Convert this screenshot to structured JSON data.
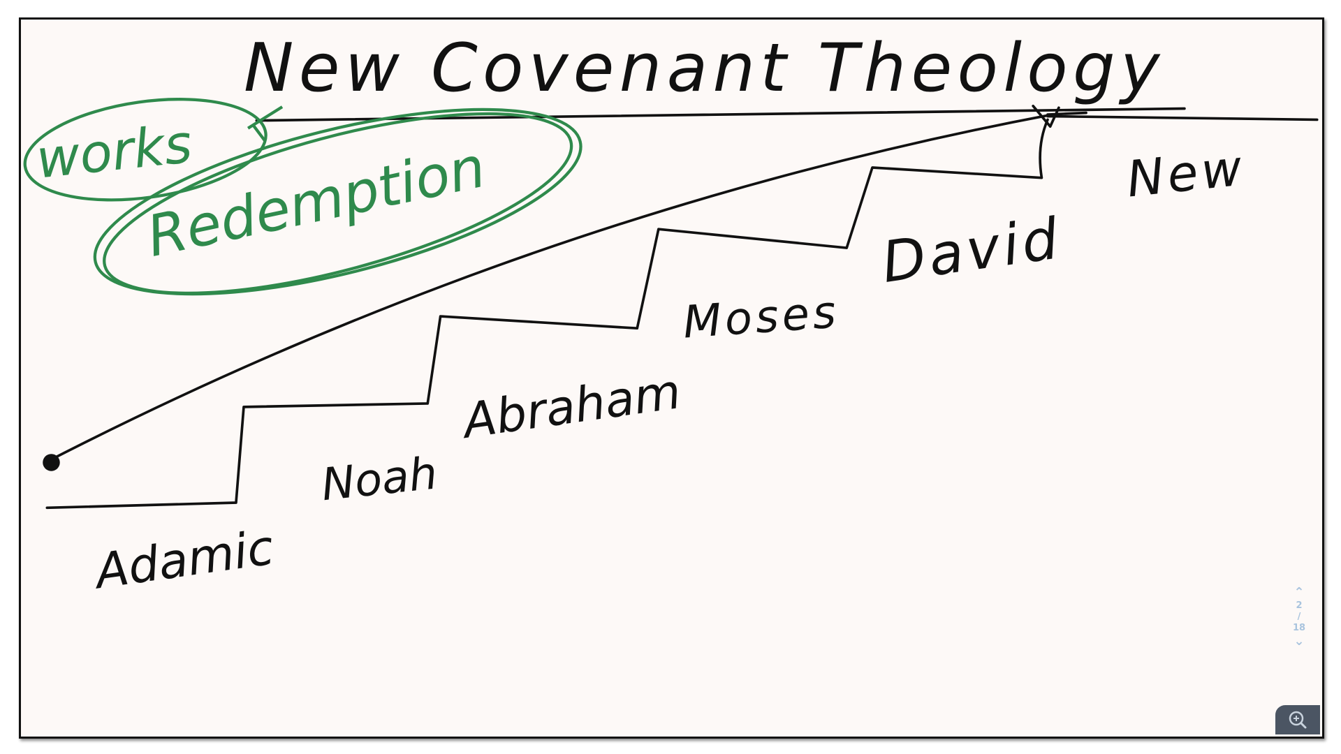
{
  "slide": {
    "title": "New Covenant Theology",
    "green_labels": {
      "works": "works",
      "redemption": "Redemption"
    },
    "covenants": [
      "Adamic",
      "Noah",
      "Abraham",
      "Moses",
      "David",
      "New"
    ]
  },
  "navigator": {
    "current_page": "2",
    "separator": "/",
    "total_pages": "18"
  },
  "colors": {
    "ink": "#111111",
    "green_ink": "#2f8a4c",
    "nav": "#a9c4de",
    "zoom_button": "#4b5563"
  },
  "icons": {
    "up": "chevron-up-icon",
    "down": "chevron-down-icon",
    "zoom": "zoom-in-icon"
  }
}
